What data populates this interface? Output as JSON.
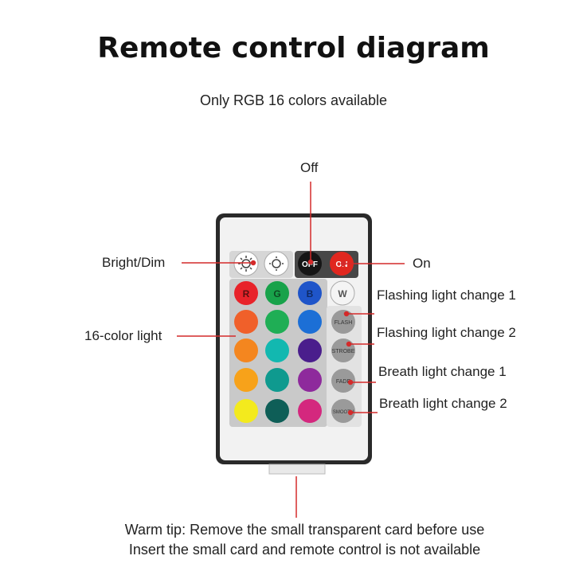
{
  "title": "Remote control diagram",
  "subtitle": "Only RGB 16 colors available",
  "labels": {
    "off": "Off",
    "on": "On",
    "bright_dim": "Bright/Dim",
    "color16": "16-color light",
    "flash1": "Flashing light change 1",
    "flash2": "Flashing light change 2",
    "breath1": "Breath light change 1",
    "breath2": "Breath light change 2"
  },
  "remote": {
    "buttons": {
      "off": "OFF",
      "on": "ON",
      "r": "R",
      "g": "G",
      "b": "B",
      "w": "W",
      "flash": "FLASH",
      "strobe": "STROBE",
      "fade": "FADE",
      "smooth": "SMOOTH"
    },
    "colors": {
      "row_rgb": [
        "#e8232a",
        "#18a24a",
        "#1f55c9"
      ],
      "white": "#f4f4f4",
      "grid": [
        [
          "#f0602a",
          "#1fae55",
          "#1c6fd6"
        ],
        [
          "#f4861f",
          "#12b8b0",
          "#4a1e8c"
        ],
        [
          "#f7a21a",
          "#0f9a8f",
          "#8e2a9c"
        ],
        [
          "#f3ea1d",
          "#0e5e57",
          "#d4287e"
        ]
      ],
      "accent_red": "#d42a2a"
    }
  },
  "warm_tip": {
    "line1": "Warm tip: Remove the small transparent card before use",
    "line2": "Insert the small card and remote control is not available"
  }
}
